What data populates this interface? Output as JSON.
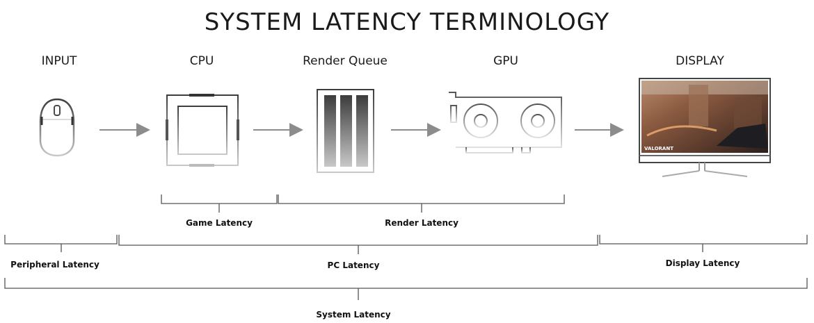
{
  "title": "SYSTEM LATENCY TERMINOLOGY",
  "stages": [
    {
      "id": "input",
      "label": "INPUT",
      "icon": "mouse-icon"
    },
    {
      "id": "cpu",
      "label": "CPU",
      "icon": "cpu-chip-icon"
    },
    {
      "id": "render-queue",
      "label": "Render Queue",
      "icon": "render-queue-icon"
    },
    {
      "id": "gpu",
      "label": "GPU",
      "icon": "gpu-card-icon"
    },
    {
      "id": "display",
      "label": "DISPLAY",
      "icon": "monitor-icon"
    }
  ],
  "brackets": {
    "game": "Game Latency",
    "render": "Render Latency",
    "peripheral": "Peripheral Latency",
    "pc": "PC Latency",
    "display": "Display Latency",
    "system": "System Latency"
  },
  "screen": {
    "game_logo": "VALORANT"
  },
  "colors": {
    "arrow": "#8c8c8c",
    "bracket": "#555555",
    "icon": "#8a8a8a"
  }
}
